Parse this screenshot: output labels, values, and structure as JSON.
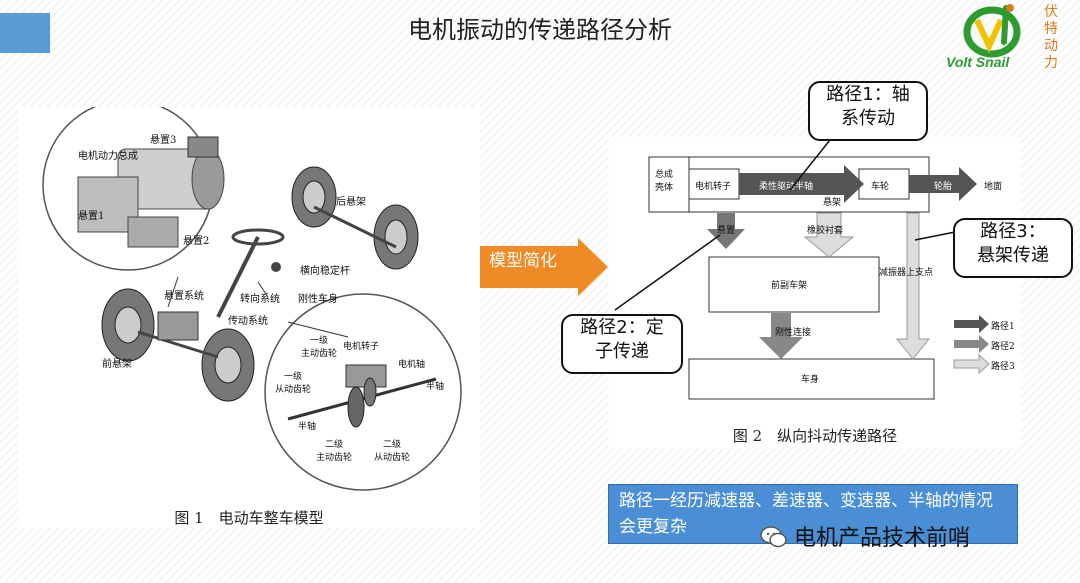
{
  "title": "电机振动的传递路径分析",
  "logo": {
    "brand": "Volt Snail",
    "vertical_text": "伏特动力",
    "colors": {
      "green": "#2e9b2e",
      "orange": "#e07b1a",
      "yellow": "#f2c200"
    }
  },
  "figure1": {
    "caption": "图 1　电动车整车模型",
    "labels": {
      "mount3": "悬置3",
      "powertrain": "电机动力总成",
      "mount1": "悬置1",
      "mount2": "悬置2",
      "rear_susp": "后悬架",
      "stabilizer": "横向稳定杆",
      "suspension_sys": "悬置系统",
      "steering_sys": "转向系统",
      "rigid_body": "刚性车身",
      "drive_sys": "传动系统",
      "front_susp": "前悬架",
      "primary_drive": "一级\n主动齿轮",
      "motor_rotor": "电机转子",
      "motor_shaft": "电机轴",
      "primary_driven": "一级\n从动齿轮",
      "half_shaft_r": "半轴",
      "half_shaft_l": "半轴",
      "secondary_drive": "二级\n主动齿轮",
      "secondary_driven": "二级\n从动齿轮"
    }
  },
  "figure2": {
    "caption": "图 2　纵向抖动传递路径",
    "labels": {
      "assembly_housing": "总成\n壳体",
      "motor_rotor": "电机转子",
      "flex_drive_shaft": "柔性驱动半轴",
      "wheel": "车轮",
      "tire": "轮胎",
      "ground": "地面",
      "mount": "悬置",
      "rubber_bushing": "橡胶衬套",
      "suspension": "悬架",
      "damper_top": "减振器上支点",
      "subframe": "前副车架",
      "rigid_conn": "刚性连接",
      "body": "车身"
    },
    "legend": [
      "路径1",
      "路径2",
      "路径3"
    ]
  },
  "arrow_label": "模型简化",
  "callouts": {
    "path1": "路径1：轴\n系传动",
    "path2": "路径2：定\n子传递",
    "path3": "路径3：\n悬架传递"
  },
  "note": "路径一经历减速器、差速器、变速器、半轴的情况会更复杂",
  "watermark": "电机产品技术前哨",
  "colors": {
    "accent_blue": "#5b9bd5",
    "note_blue": "#4a8fd6",
    "arrow_orange": "#f08a24"
  }
}
